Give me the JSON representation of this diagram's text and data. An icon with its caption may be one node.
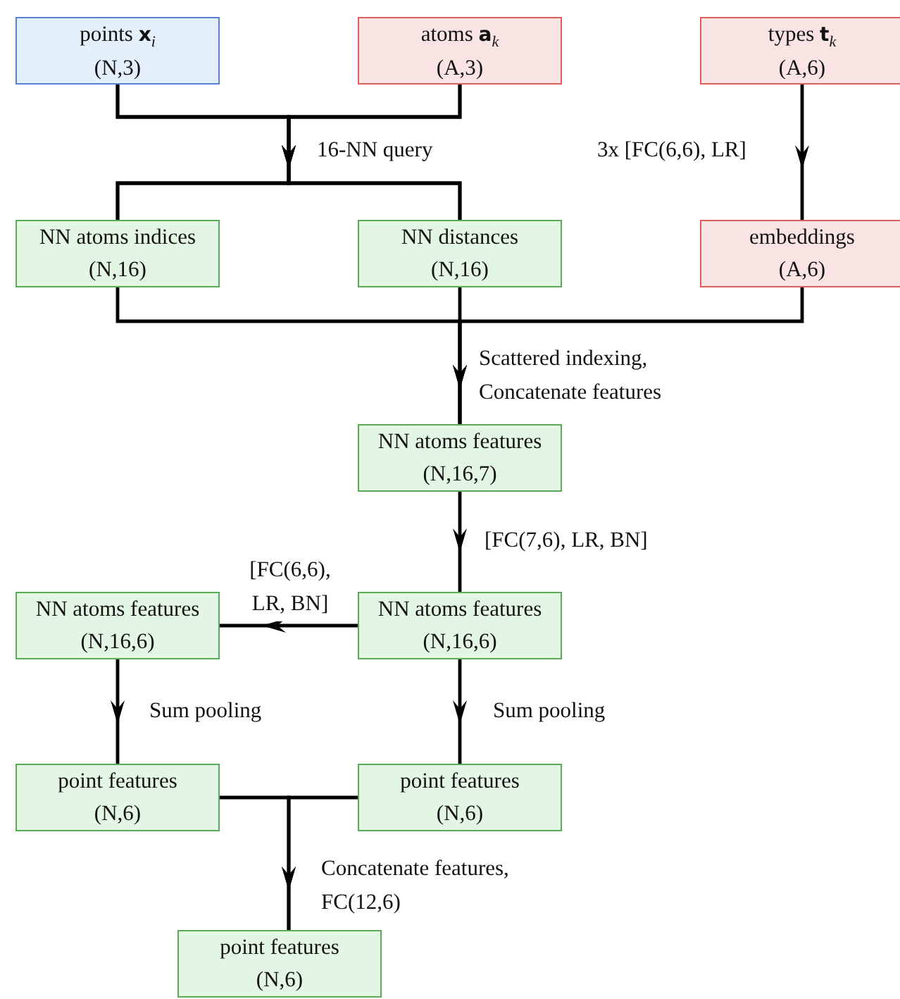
{
  "diagram": {
    "nodes": [
      {
        "text": [
          "points **x**$_{i}$",
          "(N,3)"
        ]
      },
      {
        "text": [
          "atoms **a**$_{k}$",
          "(A,3)"
        ]
      },
      {
        "text": [
          "types **t**$_{k}$",
          "(A,6)"
        ]
      },
      {
        "text": [
          "NN atoms indices",
          "(N,16)"
        ]
      },
      {
        "text": [
          "NN distances",
          "(N,16)"
        ]
      },
      {
        "text": [
          "embeddings",
          "(A,6)"
        ]
      },
      {
        "text": [
          "NN atoms features",
          "(N,16,7)"
        ]
      },
      {
        "text": [
          "NN atoms features",
          "(N,16,6)"
        ]
      },
      {
        "text": [
          "NN atoms features",
          "(N,16,6)"
        ]
      },
      {
        "text": [
          "point features",
          "(N,6)"
        ]
      },
      {
        "text": [
          "point features",
          "(N,6)"
        ]
      },
      {
        "text": [
          "point features",
          "(N,6)"
        ]
      }
    ],
    "edges": [
      {
        "from": 0,
        "to": 3,
        "arrow": "to",
        "label": "16-NN query"
      },
      {
        "from": 0,
        "to": 4,
        "arrow": "to"
      },
      {
        "from": 1,
        "to": 3,
        "arrow": "to"
      },
      {
        "from": 1,
        "to": 4,
        "arrow": "to"
      },
      {
        "from": 2,
        "to": 5,
        "arrow": "to",
        "label": "3x [FC(6,6), LR]"
      },
      {
        "from": 3,
        "to": 6,
        "arrow": "to",
        "label": "Scattered indexing, Concatenate features"
      },
      {
        "from": 4,
        "to": 6,
        "arrow": "to"
      },
      {
        "from": 5,
        "to": 6,
        "arrow": "to"
      },
      {
        "from": 6,
        "to": 7,
        "arrow": "to",
        "label": "[FC(7,6), LR, BN]"
      },
      {
        "from": 7,
        "to": 8,
        "arrow": "to",
        "label": "[FC(6,6), LR, BN]"
      },
      {
        "from": 8,
        "to": 9,
        "arrow": "to",
        "label": "Sum pooling"
      },
      {
        "from": 7,
        "to": 10,
        "arrow": "to",
        "label": "Sum pooling"
      },
      {
        "from": 9,
        "to": 11,
        "arrow": "to",
        "label": "Concatenate features, FC(12,6)"
      },
      {
        "from": 10,
        "to": 11,
        "arrow": "to"
      }
    ]
  }
}
